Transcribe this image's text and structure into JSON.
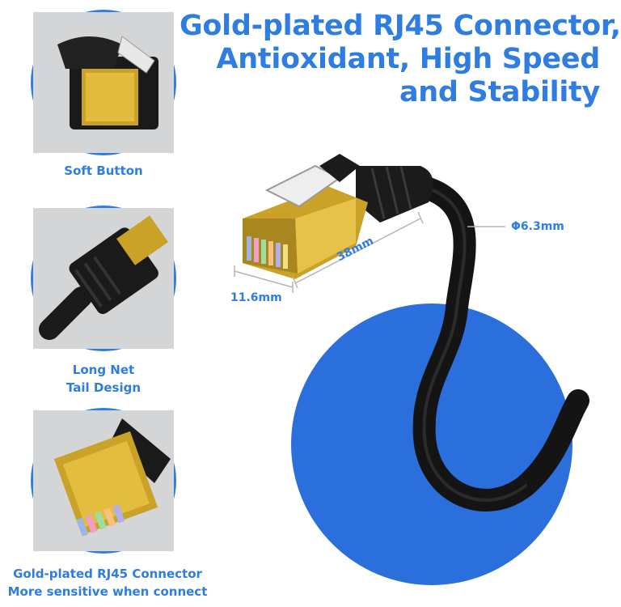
{
  "headline": {
    "line1": "Gold-plated RJ45 Connector,",
    "line2": "Antioxidant, High Speed",
    "line3": "and Stability"
  },
  "features": [
    {
      "caption_lines": [
        "Soft Button"
      ]
    },
    {
      "caption_lines": [
        "Long Net",
        "Tail Design"
      ]
    },
    {
      "caption_lines": [
        "Gold-plated RJ45 Connector",
        "More sensitive when connect"
      ]
    }
  ],
  "dimensions": {
    "length": "38mm",
    "width": "11.6mm",
    "diameter": "Φ6.3mm"
  },
  "colors": {
    "accent": "#2f7de1",
    "disc": "#2a6fdc",
    "gold": "#c9a227",
    "cable": "#141414"
  }
}
